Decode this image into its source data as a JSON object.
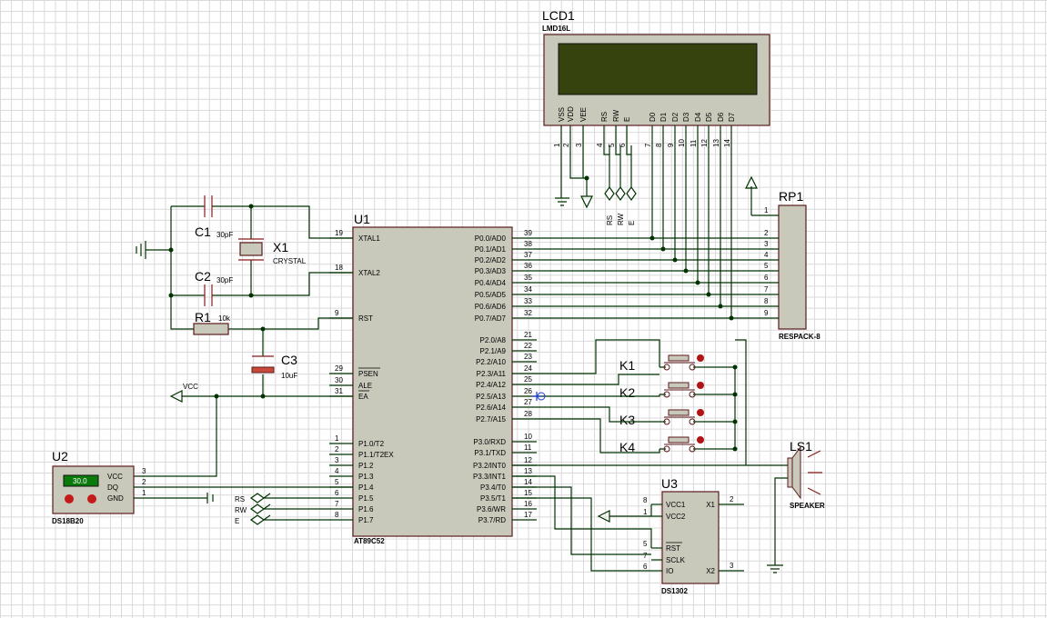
{
  "lcd": {
    "ref": "LCD1",
    "part": "LMD16L",
    "pin_names": [
      "VSS",
      "VDD",
      "VEE",
      "RS",
      "RW",
      "E",
      "D0",
      "D1",
      "D2",
      "D3",
      "D4",
      "D5",
      "D6",
      "D7"
    ],
    "pin_numbers": [
      "1",
      "2",
      "3",
      "4",
      "5",
      "6",
      "7",
      "8",
      "9",
      "10",
      "11",
      "12",
      "13",
      "14"
    ],
    "term_labels": [
      "RS",
      "RW",
      "E"
    ]
  },
  "mcu": {
    "ref": "U1",
    "part": "AT89C52",
    "left_pins": [
      {
        "num": "19",
        "name": "XTAL1"
      },
      {
        "num": "18",
        "name": "XTAL2"
      },
      {
        "num": "9",
        "name": "RST"
      },
      {
        "num": "29",
        "name": "PSEN"
      },
      {
        "num": "30",
        "name": "ALE"
      },
      {
        "num": "31",
        "name": "EA"
      },
      {
        "num": "1",
        "name": "P1.0/T2"
      },
      {
        "num": "2",
        "name": "P1.1/T2EX"
      },
      {
        "num": "3",
        "name": "P1.2"
      },
      {
        "num": "4",
        "name": "P1.3"
      },
      {
        "num": "5",
        "name": "P1.4"
      },
      {
        "num": "6",
        "name": "P1.5"
      },
      {
        "num": "7",
        "name": "P1.6"
      },
      {
        "num": "8",
        "name": "P1.7"
      }
    ],
    "right_pins": [
      {
        "num": "39",
        "name": "P0.0/AD0"
      },
      {
        "num": "38",
        "name": "P0.1/AD1"
      },
      {
        "num": "37",
        "name": "P0.2/AD2"
      },
      {
        "num": "36",
        "name": "P0.3/AD3"
      },
      {
        "num": "35",
        "name": "P0.4/AD4"
      },
      {
        "num": "34",
        "name": "P0.5/AD5"
      },
      {
        "num": "33",
        "name": "P0.6/AD6"
      },
      {
        "num": "32",
        "name": "P0.7/AD7"
      },
      {
        "num": "21",
        "name": "P2.0/A8"
      },
      {
        "num": "22",
        "name": "P2.1/A9"
      },
      {
        "num": "23",
        "name": "P2.2/A10"
      },
      {
        "num": "24",
        "name": "P2.3/A11"
      },
      {
        "num": "25",
        "name": "P2.4/A12"
      },
      {
        "num": "26",
        "name": "P2.5/A13"
      },
      {
        "num": "27",
        "name": "P2.6/A14"
      },
      {
        "num": "28",
        "name": "P2.7/A15"
      },
      {
        "num": "10",
        "name": "P3.0/RXD"
      },
      {
        "num": "11",
        "name": "P3.1/TXD"
      },
      {
        "num": "12",
        "name": "P3.2/INT0"
      },
      {
        "num": "13",
        "name": "P3.3/INT1"
      },
      {
        "num": "14",
        "name": "P3.4/T0"
      },
      {
        "num": "15",
        "name": "P3.5/T1"
      },
      {
        "num": "16",
        "name": "P3.6/WR"
      },
      {
        "num": "17",
        "name": "P3.7/RD"
      }
    ],
    "p1_labels": [
      "RS",
      "RW",
      "E"
    ]
  },
  "crystal": {
    "c1": "C1",
    "c1_val": "30pF",
    "c2": "C2",
    "c2_val": "30pF",
    "x1": "X1",
    "x1_val": "CRYSTAL"
  },
  "reset": {
    "r1": "R1",
    "r1_val": "10k",
    "c3": "C3",
    "c3_val": "10uF"
  },
  "vcc_label": "VCC",
  "rp1": {
    "ref": "RP1",
    "part": "RESPACK-8",
    "pins": [
      "1",
      "2",
      "3",
      "4",
      "5",
      "6",
      "7",
      "8",
      "9"
    ]
  },
  "keys": [
    "K1",
    "K2",
    "K3",
    "K4"
  ],
  "speaker": {
    "ref": "LS1",
    "part": "SPEAKER"
  },
  "ds18b20": {
    "ref": "U2",
    "part": "DS18B20",
    "display": "30.0",
    "pins": [
      {
        "num": "3",
        "name": "VCC"
      },
      {
        "num": "2",
        "name": "DQ"
      },
      {
        "num": "1",
        "name": "GND"
      }
    ]
  },
  "ds1302": {
    "ref": "U3",
    "part": "DS1302",
    "pins": [
      {
        "num": "8",
        "name": "VCC1"
      },
      {
        "num": "1",
        "name": "VCC2"
      },
      {
        "num": "5",
        "name": "RST"
      },
      {
        "num": "7",
        "name": "SCLK"
      },
      {
        "num": "6",
        "name": "IO"
      }
    ],
    "right_pins": [
      {
        "num": "2",
        "name": "X1"
      },
      {
        "num": "3",
        "name": "X2"
      }
    ]
  }
}
